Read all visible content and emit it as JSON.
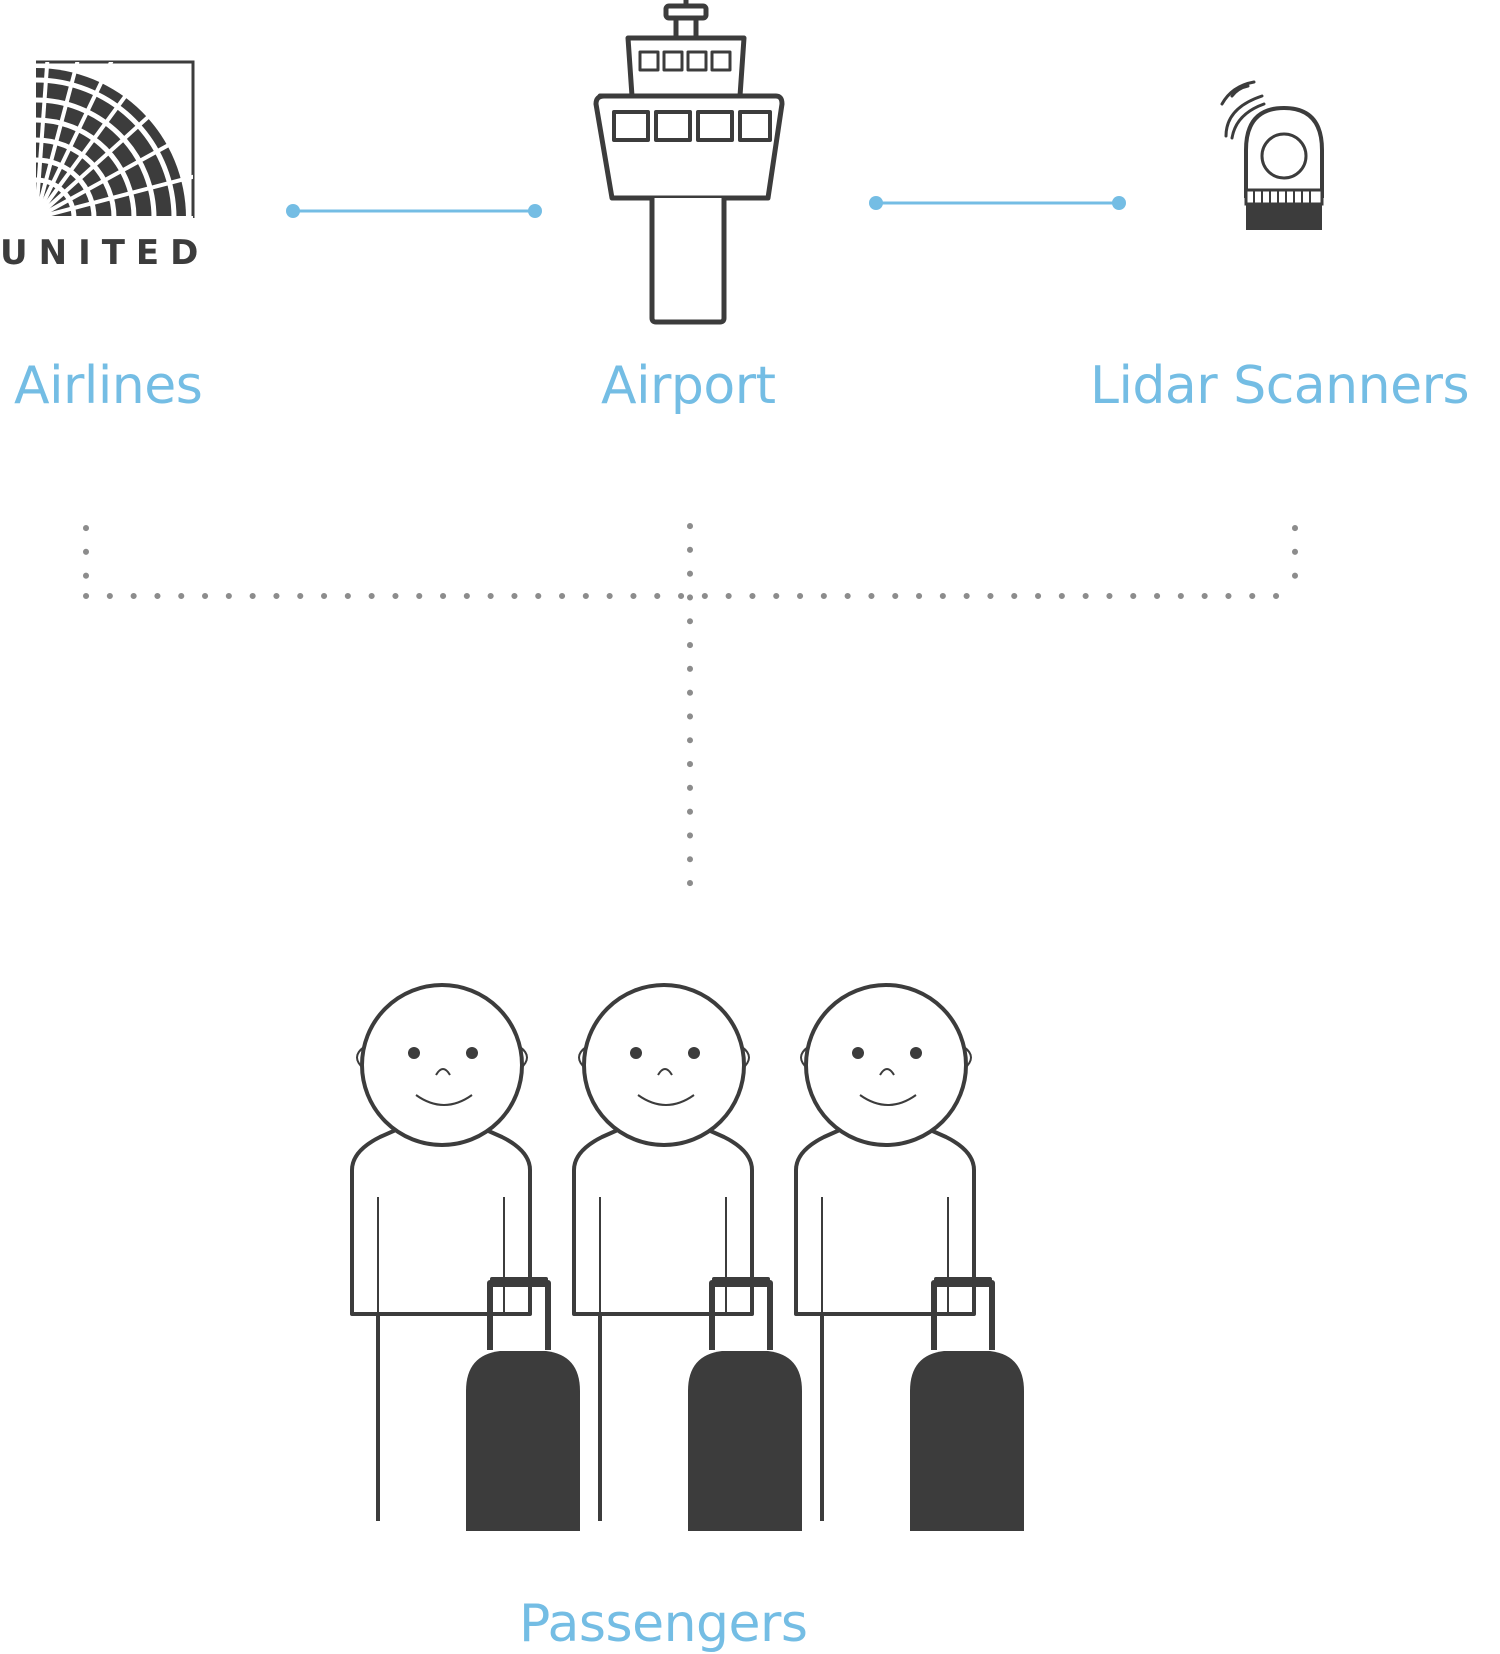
{
  "nodes": {
    "airlines": {
      "label": "Airlines",
      "logo_text": "UNITED",
      "icon": "united-globe-logo"
    },
    "airport": {
      "label": "Airport",
      "icon": "control-tower-icon"
    },
    "lidar": {
      "label": "Lidar Scanners",
      "icon": "lidar-scanner-icon"
    },
    "passengers": {
      "label": "Passengers",
      "icon": "passenger-with-luggage-icon"
    }
  },
  "links": [
    {
      "from": "airlines",
      "to": "airport",
      "style": "solid"
    },
    {
      "from": "airport",
      "to": "lidar",
      "style": "solid"
    },
    {
      "from": "airlines",
      "to": "passengers",
      "style": "dotted"
    },
    {
      "from": "airport",
      "to": "passengers",
      "style": "dotted"
    },
    {
      "from": "lidar",
      "to": "passengers",
      "style": "dotted"
    }
  ],
  "colors": {
    "accent": "#74bde4",
    "icon": "#3c3c3c",
    "dotted": "#8c8c8c",
    "background": "#ffffff"
  }
}
